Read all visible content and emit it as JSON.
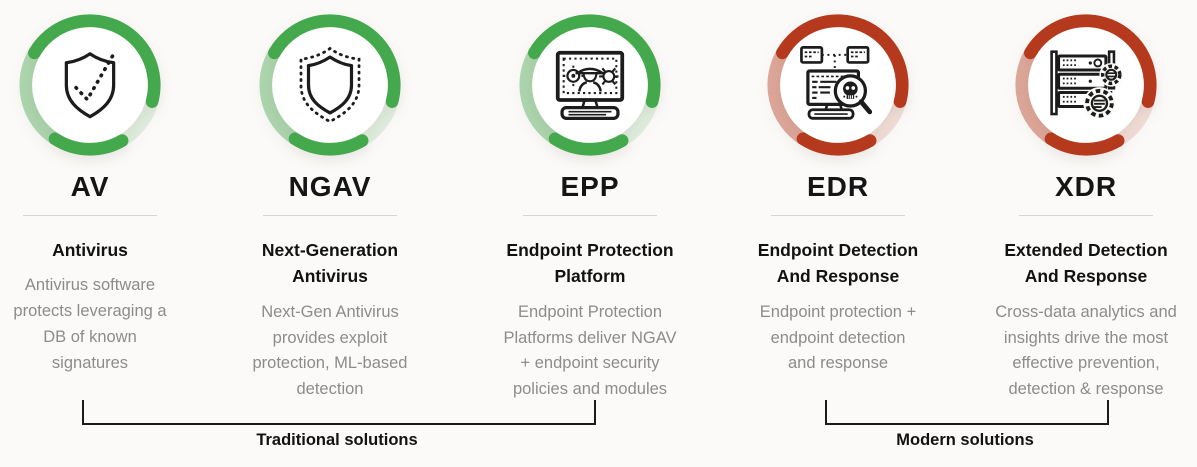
{
  "colors": {
    "background": "#fbfaf8",
    "green_ring": "#44a84d",
    "red_ring": "#b5391d",
    "title_text": "#151515",
    "description_text": "#8e8c8a",
    "divider": "#d7d5d3",
    "bracket": "#1b1b1b"
  },
  "columns": [
    {
      "id": "av",
      "acronym": "AV",
      "name": "Antivirus",
      "description": "Antivirus software\nprotects leveraging a\nDB of known\nsignatures",
      "ring_color": "#44a84d",
      "icon": "shield-check-icon"
    },
    {
      "id": "ngav",
      "acronym": "NGAV",
      "name": "Next-Generation\nAntivirus",
      "description": "Next-Gen Antivirus\nprovides exploit\nprotection, ML-based\ndetection",
      "ring_color": "#44a84d",
      "icon": "dotted-shield-icon"
    },
    {
      "id": "epp",
      "acronym": "EPP",
      "name": "Endpoint Protection\nPlatform",
      "description": "Endpoint Protection\nPlatforms deliver NGAV\n+ endpoint security\npolicies and modules",
      "ring_color": "#44a84d",
      "icon": "monitor-threats-icon"
    },
    {
      "id": "edr",
      "acronym": "EDR",
      "name": "Endpoint Detection\nAnd Response",
      "description": "Endpoint protection +\nendpoint detection\nand response",
      "ring_color": "#b5391d",
      "icon": "monitor-magnifier-skull-icon"
    },
    {
      "id": "xdr",
      "acronym": "XDR",
      "name": "Extended Detection\nAnd Response",
      "description": "Cross-data analytics and\ninsights drive the most\neffective prevention,\ndetection & response",
      "ring_color": "#b5391d",
      "icon": "server-gears-icon"
    }
  ],
  "groups": [
    {
      "id": "traditional",
      "label": "Traditional solutions"
    },
    {
      "id": "modern",
      "label": "Modern solutions"
    }
  ]
}
